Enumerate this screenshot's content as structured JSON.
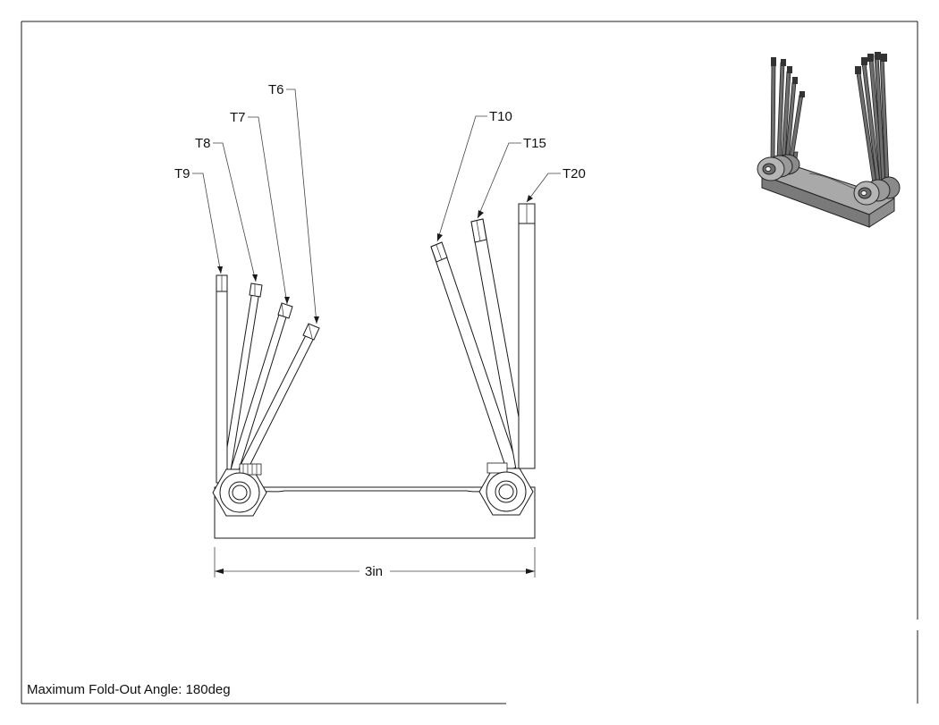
{
  "note": "Maximum Fold-Out Angle: 180deg",
  "dimension": "3in",
  "callouts": {
    "t6": "T6",
    "t7": "T7",
    "t8": "T8",
    "t9": "T9",
    "t10": "T10",
    "t15": "T15",
    "t20": "T20"
  }
}
